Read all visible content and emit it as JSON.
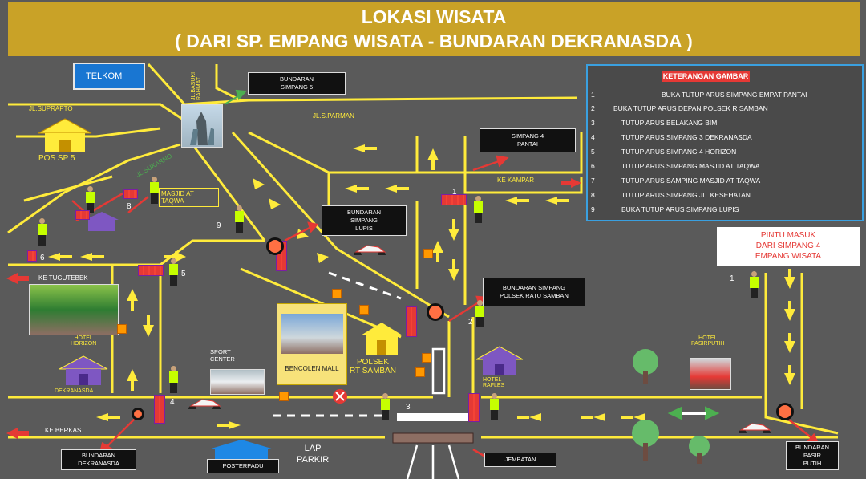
{
  "header": {
    "title": "LOKASI WISATA",
    "subtitle": "( DARI SP. EMPANG WISATA - BUNDARAN DEKRANASDA )"
  },
  "colors": {
    "background": "#5a5a5a",
    "header": "#c9a227",
    "road": "#ffeb3b",
    "arrow_red": "#e53935",
    "arrow_green": "#4caf50",
    "legend_border": "#3aa0e0"
  },
  "places": {
    "telkom": "TELKOM",
    "bundaran_simpang5": "BUNDARAN\nSIMPANG 5",
    "jl_basuki": "JL.BASUKI\nRAHMAT",
    "jl_suprapto": "JL.SUPRAPTO",
    "jl_sparman": "JL.S.PARMAN",
    "jl_sukarno": "JL.SUKARNO",
    "pos_sp5": "POS SP 5",
    "masjid": "MASJID AT\nTAQWA",
    "simpang4_pantai": "SIMPANG 4\nPANTAI",
    "ke_kampar": "KE KAMPAR",
    "bundaran_lupis": "BUNDARAN\nSIMPANG\nLUPIS",
    "ke_tugutebek": "KE TUGUTEBEK",
    "hotel_horizon": "HOTEL\nHORIZON",
    "bundaran_polsek": "BUNDARAN SIMPANG\nPOLSEK RATU SAMBAN",
    "bencolen_mall": "BENCOLEN MALL",
    "polsek": "POLSEK\nRT SAMBAN",
    "sport_center": "SPORT\nCENTER",
    "hotel_rafles": "HOTEL\nRAFLES",
    "hotel_pasirputih": "HOTEL\nPASIRPUTIH",
    "dekranasda": "DEKRANASDA",
    "ke_berkas": "KE BERKAS",
    "bundaran_dekranasda": "BUNDARAN\nDEKRANASDA",
    "poster_padu": "POSTERPADU",
    "lap_parkir": "LAP\nPARKIR",
    "jembatan": "JEMBATAN",
    "bundaran_pasir_putih": "BUNDARAN\nPASIR\nPUTIH",
    "pintu_masuk": "PINTU MASUK\nDARI SIMPANG 4\nEMPANG WISATA"
  },
  "numbers": [
    "1",
    "2",
    "3",
    "4",
    "5",
    "6",
    "8",
    "9",
    "1"
  ],
  "legend": {
    "title": "KETERANGAN GAMBAR",
    "items": [
      {
        "n": "1",
        "text": "BUKA TUTUP ARUS SIMPANG EMPAT PANTAI"
      },
      {
        "n": "2",
        "text": "BUKA TUTUP ARUS DEPAN POLSEK R SAMBAN"
      },
      {
        "n": "3",
        "text": "TUTUP ARUS BELAKANG BIM"
      },
      {
        "n": "4",
        "text": "TUTUP ARUS SIMPANG 3 DEKRANASDA"
      },
      {
        "n": "5",
        "text": "TUTUP ARUS  SIMPANG 4 HORIZON"
      },
      {
        "n": "6",
        "text": "TUTUP ARUS SIMPANG MASJID AT TAQWA"
      },
      {
        "n": "7",
        "text": "TUTUP ARUS SAMPING MASJID AT TAQWA"
      },
      {
        "n": "8",
        "text": "TUTUP ARUS SIMPANG JL. KESEHATAN"
      },
      {
        "n": "9",
        "text": "BUKA TUTUP ARUS SIMPANG LUPIS"
      }
    ]
  }
}
